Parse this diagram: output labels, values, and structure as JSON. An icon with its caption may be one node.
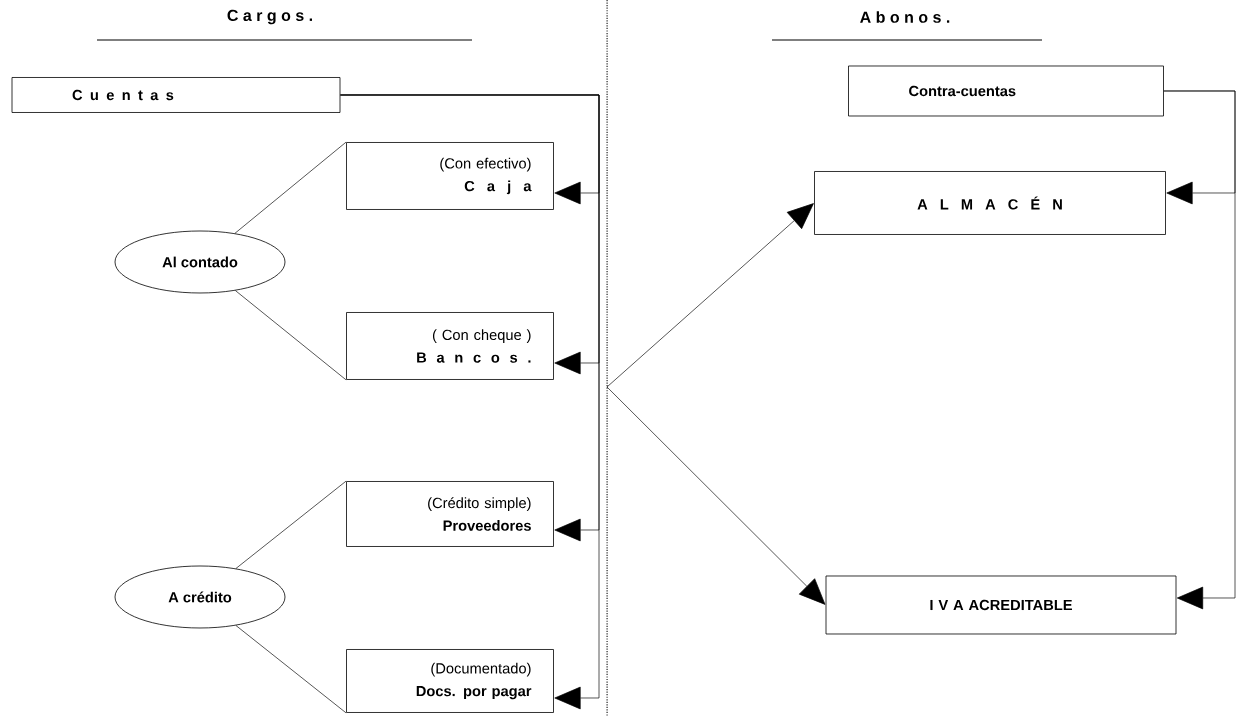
{
  "diagram": {
    "nodes": [
      {
        "text": [
          "C u e n t a s"
        ]
      },
      {
        "text": [
          "Contra-cuentas"
        ]
      },
      {
        "text": [
          "(Con efectivo)",
          "C a j a"
        ]
      },
      {
        "text": [
          "A L M A C É N"
        ]
      },
      {
        "text": [
          "Al contado"
        ]
      },
      {
        "text": [
          "( Con cheque )",
          "B a n c o s ."
        ]
      },
      {
        "text": [
          "(Crédito simple)",
          "Proveedores"
        ]
      },
      {
        "text": [
          "I V A ACREDITABLE"
        ]
      },
      {
        "text": [
          "A crédito"
        ]
      },
      {
        "text": [
          "(Documentado)",
          "Docs. por pagar"
        ]
      }
    ],
    "edges": [
      {
        "from": 4,
        "to": 2,
        "arrow": "none"
      },
      {
        "from": 4,
        "to": 5,
        "arrow": "none"
      },
      {
        "from": 8,
        "to": 6,
        "arrow": "none"
      },
      {
        "from": 8,
        "to": 9,
        "arrow": "none"
      },
      {
        "from": 0,
        "to": 2,
        "arrow": "to"
      },
      {
        "from": 0,
        "to": 5,
        "arrow": "to"
      },
      {
        "from": 0,
        "to": 6,
        "arrow": "to"
      },
      {
        "from": 0,
        "to": 9,
        "arrow": "to"
      },
      {
        "from": 1,
        "to": 3,
        "arrow": "to"
      },
      {
        "from": 1,
        "to": 7,
        "arrow": "to"
      },
      {
        "from": null,
        "to": 3,
        "arrow": "to"
      },
      {
        "from": null,
        "to": 7,
        "arrow": "to"
      }
    ],
    "labels": [
      "C a r g o s .",
      "A b o n o s ."
    ]
  }
}
